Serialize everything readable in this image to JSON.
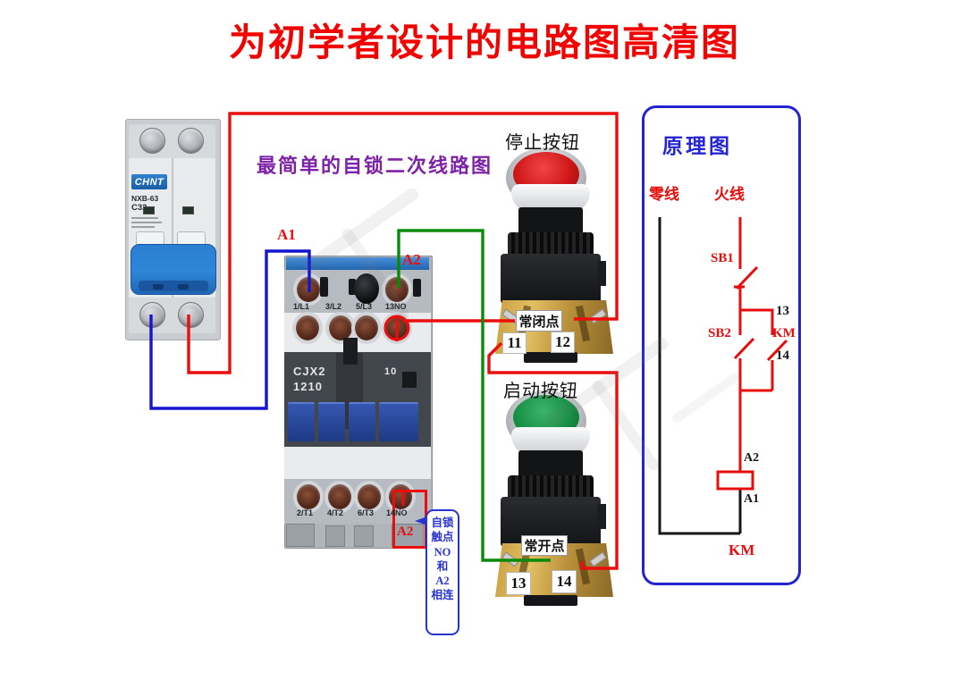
{
  "title": "为初学者设计的电路图高清图",
  "subtitle": "最简单的自锁二次线路图",
  "colors": {
    "accent_red": "#ec0d0d",
    "wire_blue": "#1515cd",
    "wire_green": "#0a8a0a",
    "panel_blue": "#2323cf",
    "subtitle_purple": "#7d22a8"
  },
  "breaker": {
    "brand": "CHNT",
    "model": "NXB-63",
    "rating": "C32"
  },
  "contactor": {
    "model_line1": "CJX2",
    "model_line2": "1210",
    "aux_code": "10",
    "top_terminals": [
      "1/L1",
      "3/L2",
      "5/L3",
      "13NO"
    ],
    "bottom_terminals": [
      "2/T1",
      "4/T2",
      "6/T3",
      "14NO"
    ],
    "coil_terminal_a1": "A1",
    "coil_terminal_a2": "A2",
    "selflock_box_label": "A2"
  },
  "stop_button": {
    "label": "停止按钮",
    "contact_type": "常闭点",
    "terminal_left": "11",
    "terminal_right": "12"
  },
  "start_button": {
    "label": "启动按钮",
    "contact_type": "常开点",
    "terminal_left": "13",
    "terminal_right": "14"
  },
  "callout": {
    "line1": "自锁",
    "line2": "触点",
    "line3": "NO",
    "line4": "和",
    "line5": "A2",
    "line6": "相连"
  },
  "schematic": {
    "title": "原理图",
    "neutral": "零线",
    "live": "火线",
    "sb1": "SB1",
    "sb2": "SB2",
    "km_aux": "KM",
    "km_coil": "KM",
    "t13": "13",
    "t14": "14",
    "a2": "A2",
    "a1": "A1"
  }
}
